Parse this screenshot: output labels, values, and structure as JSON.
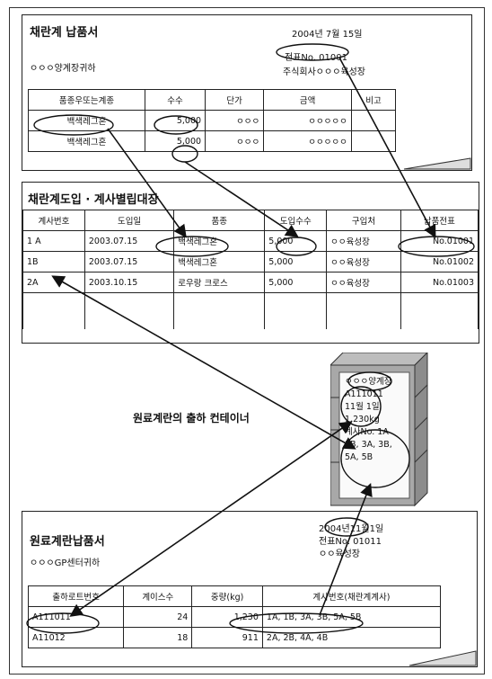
{
  "doc1": {
    "title": "채란계 납품서",
    "date": "2004년 7월 15일",
    "slip_no": "전표No. 01001",
    "recipient": "ㅇㅇㅇ양계장귀하",
    "supplier": "주식회사ㅇㅇㅇ육성장",
    "headers": [
      "품종우또는계종",
      "수수",
      "단가",
      "금액",
      "비고"
    ],
    "rows": [
      [
        "백색레그혼",
        "5,000",
        "ㅇㅇㅇ",
        "ㅇㅇㅇㅇㅇ",
        ""
      ],
      [
        "백색레그혼",
        "5,000",
        "ㅇㅇㅇ",
        "ㅇㅇㅇㅇㅇ",
        ""
      ]
    ]
  },
  "doc2": {
    "title": "채란계도입 · 계사별립대장",
    "headers": [
      "계사번호",
      "도입일",
      "품종",
      "도입수수",
      "구입처",
      "납품전표"
    ],
    "rows": [
      [
        "1 A",
        "2003.07.15",
        "백색레그혼",
        "5,000",
        "ㅇㅇ육성장",
        "No.01001"
      ],
      [
        "1B",
        "2003.07.15",
        "백색레그혼",
        "5,000",
        "ㅇㅇ육성장",
        "No.01002"
      ],
      [
        "2A",
        "2003.10.15",
        "로우랑 크로스",
        "5,000",
        "ㅇㅇ육성장",
        "No.01003"
      ]
    ]
  },
  "container": {
    "label": "원료계란의 출하 컨테이너",
    "lines": [
      "ㅇㅇㅇ양계장",
      "A111011",
      "11월 1일",
      "1,230kg",
      "계사No. 1A",
      "1B, 3A, 3B,",
      "5A, 5B"
    ]
  },
  "doc3": {
    "title": "원료계란납품서",
    "date": "2004년11월1일",
    "slip_no": "전표No. 01011",
    "supplier": "ㅇㅇ육성장",
    "recipient": "ㅇㅇㅇGP센터귀하",
    "headers": [
      "출하로트번호",
      "계이스수",
      "중량(kg)",
      "계사번호(채란계계사)"
    ],
    "rows": [
      [
        "A111011",
        "24",
        "1,230",
        "1A, 1B, 3A, 3B, 5A, 5B"
      ],
      [
        "A11012",
        "18",
        "911",
        "2A, 2B, 4A, 4B"
      ]
    ]
  }
}
